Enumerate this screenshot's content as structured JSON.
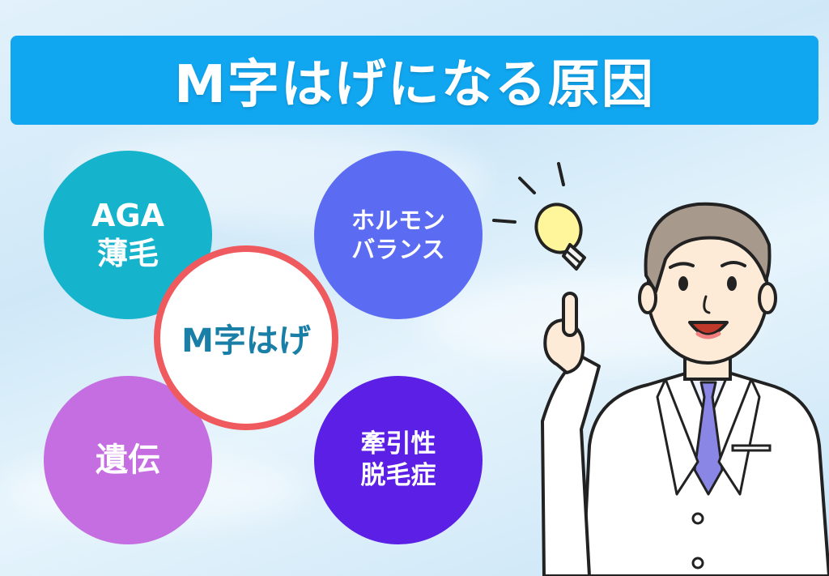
{
  "title": "M字はげになる原因",
  "center": "M字はげ",
  "causes": [
    {
      "line1": "AGA",
      "line2": "薄毛"
    },
    {
      "line1": "ホルモン",
      "line2": "バランス"
    },
    {
      "line1": "遺伝",
      "line2": ""
    },
    {
      "line1": "牽引性",
      "line2": "脱毛症"
    }
  ],
  "colors": {
    "title_bar": "#11a6f0",
    "aga": "#16b3cc",
    "hormone": "#5b6cf3",
    "genetics": "#c46ee1",
    "traction": "#5c1fe5",
    "center_ring": "#ef5a5f",
    "center_text": "#1a7fa6"
  },
  "illustration": {
    "subject": "doctor-in-white-coat",
    "icon": "lightbulb-icon"
  }
}
